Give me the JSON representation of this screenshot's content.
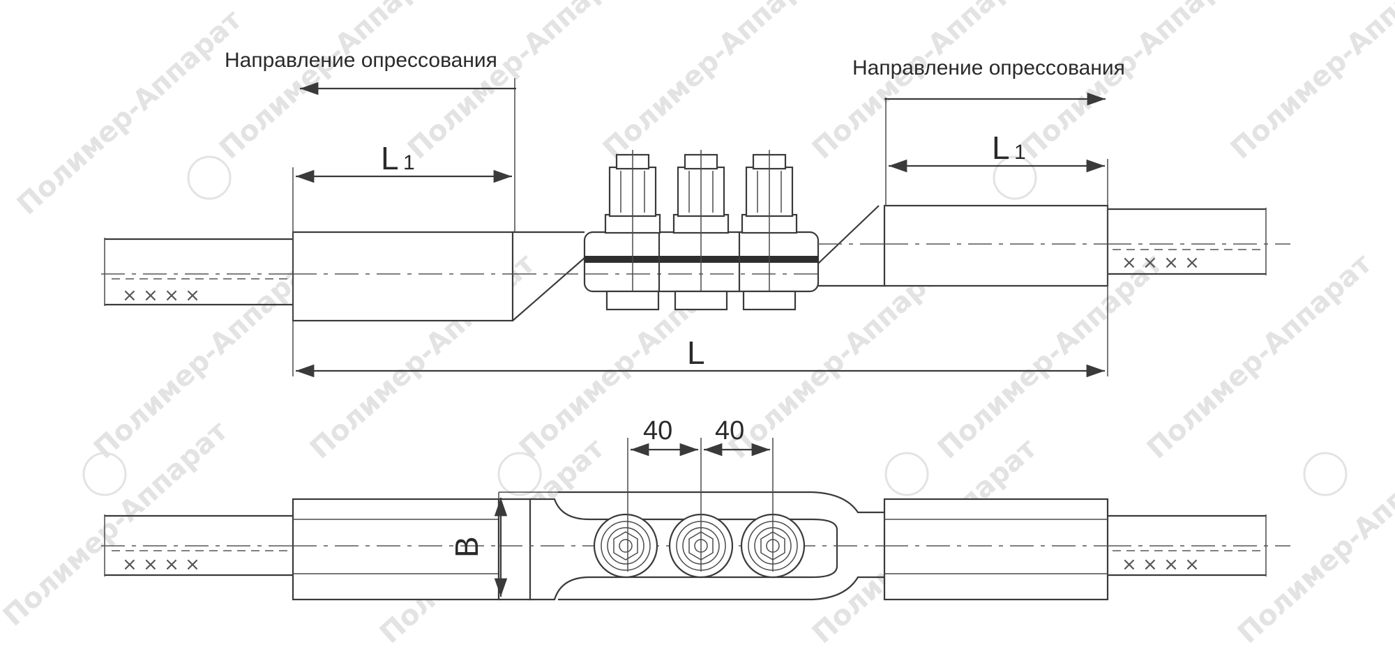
{
  "labels": {
    "press_direction_left": "Направление опрессования",
    "press_direction_right": "Направление опрессования",
    "dim_L1_left": "L",
    "dim_L1_left_sub": "1",
    "dim_L1_right": "L",
    "dim_L1_right_sub": "1",
    "dim_L": "L",
    "dim_B": "B",
    "dim_pitch_1": "40",
    "dim_pitch_2": "40",
    "strand_marks_1": "× × × ×",
    "strand_marks_2": "× × × ×",
    "strand_marks_3": "× × × ×",
    "strand_marks_4": "× × × ×"
  },
  "watermark": {
    "text": "Полимер-Аппарат"
  },
  "colors": {
    "line": "#3a3a3a",
    "watermark": "#e3e3e3",
    "background": "#ffffff"
  }
}
